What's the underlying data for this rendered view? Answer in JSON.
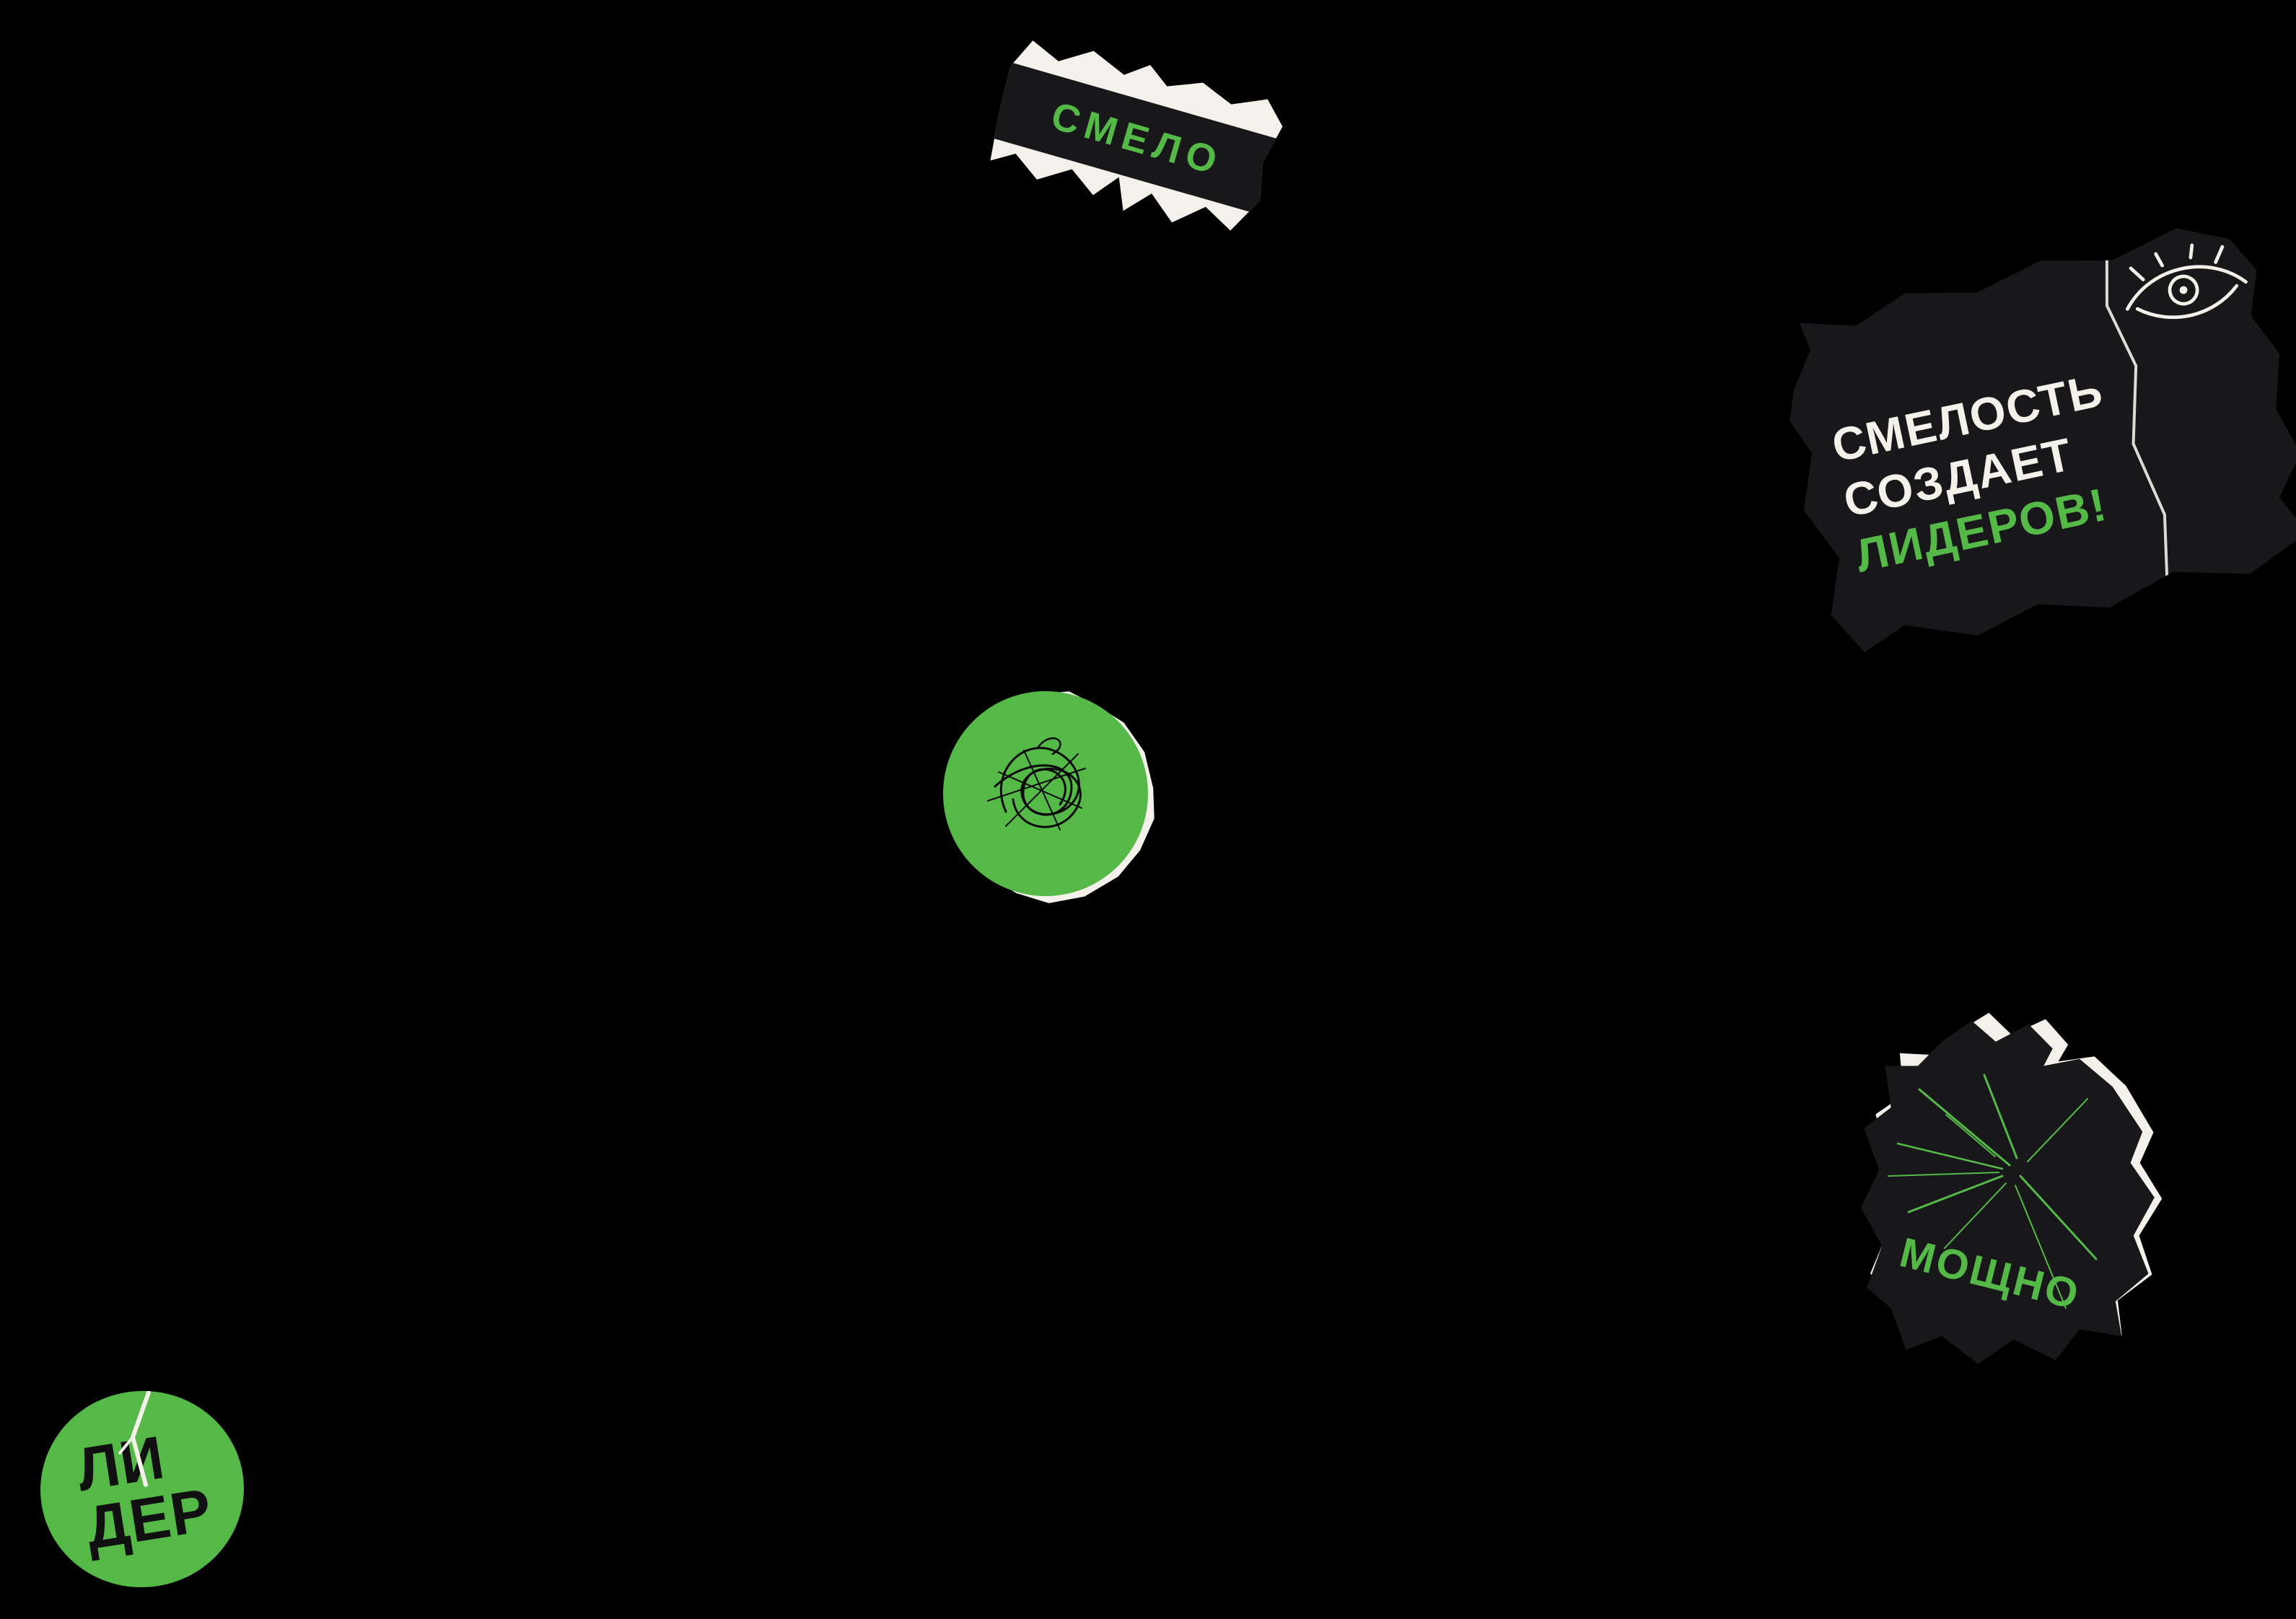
{
  "colors": {
    "bg": "#000000",
    "green": "#55b948",
    "black": "#18181b",
    "white": "#f4f1ea"
  },
  "stickers": {
    "smelo": {
      "text": "СМЕЛО"
    },
    "slogan": {
      "line1": "СМЕЛОСТЬ",
      "line2": "СОЗДАЕТ",
      "line3": "ЛИДЕРОВ!"
    },
    "moshchno": {
      "text": "МОЩНО"
    },
    "lider": {
      "line1": "ЛИ",
      "line2": "ДЕР"
    }
  },
  "icons": {
    "eye": "eye-doodle-icon",
    "scribble": "scribble-doodle-icon",
    "burst": "burst-scratches-icon",
    "crease": "crease-tear-icon"
  }
}
